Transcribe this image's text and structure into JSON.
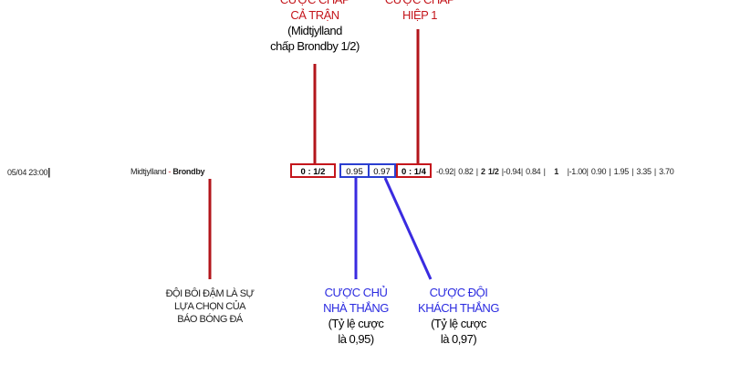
{
  "annotations": {
    "handicap_full": {
      "line1": "CƯỢC CHẤP",
      "line2": "CẢ TRẬN",
      "line3": "(Midtjylland",
      "line4": "chấp Brondby 1/2)"
    },
    "handicap_half": {
      "line1": "CƯỢC CHẤP",
      "line2": "HIỆP 1"
    },
    "bold_team": {
      "line1": "ĐỘI BÔI ĐẬM  LÀ SỰ",
      "line2": "LỰA CHỌN CỦA",
      "line3": "BÁO BÓNG ĐÁ"
    },
    "home_win": {
      "line1": "CƯỢC CHỦ",
      "line2": "NHÀ THẮNG",
      "line3": "(Tỷ lệ cược",
      "line4": "là 0,95)"
    },
    "away_win": {
      "line1": "CƯỢC ĐỘI",
      "line2": "KHÁCH THẮNG",
      "line3": "(Tỷ lệ cược",
      "line4": "là 0,97)"
    }
  },
  "match": {
    "datetime": "05/04  23:00",
    "home": "Midtjylland",
    "separator": " - ",
    "away": "Brondby",
    "handicap_full": "0 : 1/2",
    "home_odds": "0.95",
    "away_odds": "0.97",
    "handicap_half": "0 : 1/4",
    "rest": [
      "-0.92|",
      "0.82 |",
      "2 1/2",
      "|-0.94|",
      "0.84 |",
      "1",
      "|-1.00|",
      "0.90 |",
      "1.95 |",
      "3.35 |",
      "3.70"
    ]
  },
  "colors": {
    "red": "#c4161c",
    "blue": "#2b2be0"
  }
}
